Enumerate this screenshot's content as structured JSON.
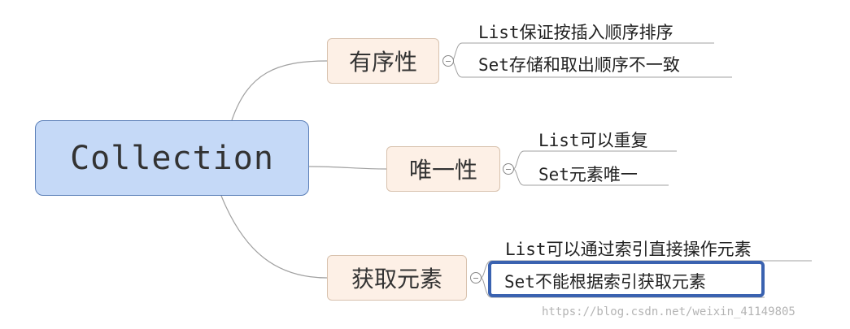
{
  "root": {
    "label": "Collection"
  },
  "branches": [
    {
      "label": "有序性",
      "children": [
        "List保证按插入顺序排序",
        "Set存储和取出顺序不一致"
      ]
    },
    {
      "label": "唯一性",
      "children": [
        "List可以重复",
        "Set元素唯一"
      ]
    },
    {
      "label": "获取元素",
      "children": [
        "List可以通过索引直接操作元素",
        "Set不能根据索引获取元素"
      ]
    }
  ],
  "watermark": "https://blog.csdn.net/weixin_41149805",
  "colors": {
    "root_fill": "#c5d9f7",
    "topic_fill": "#fdf0e6",
    "highlight_border": "#3a62b0"
  }
}
